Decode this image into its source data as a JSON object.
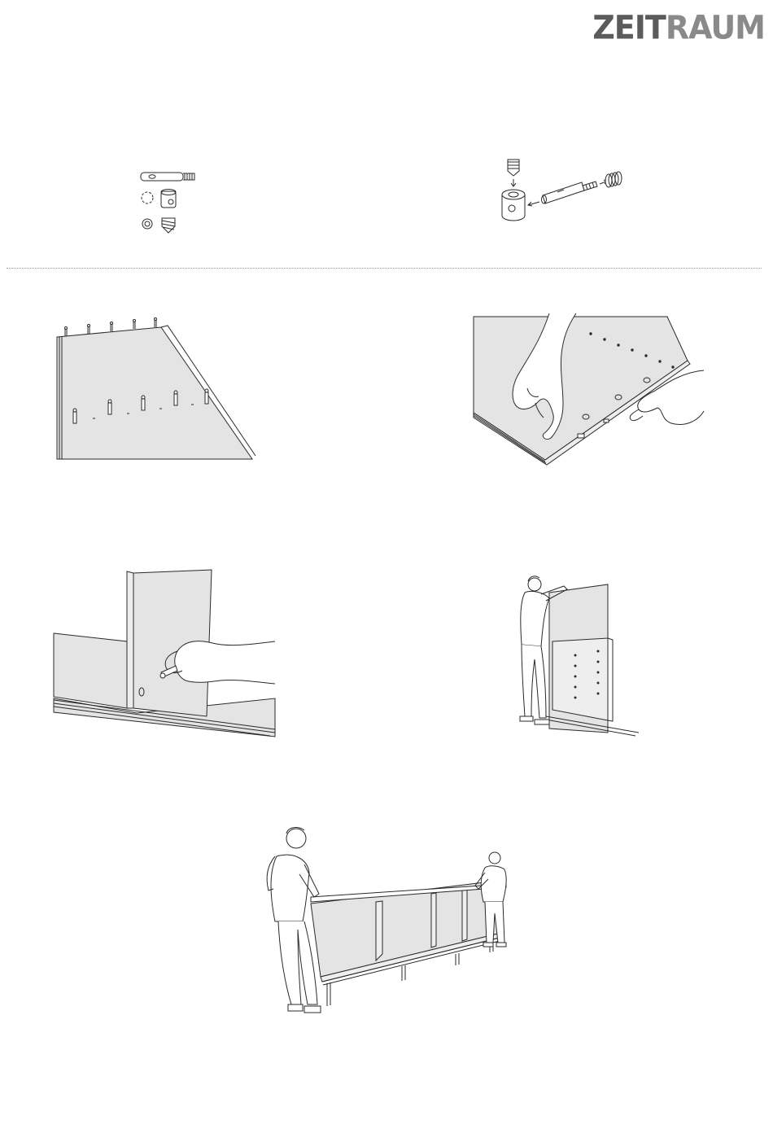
{
  "header": {
    "brand": {
      "part1": "ZEIT",
      "part2": "RAUM",
      "color_dark": "#5b5b5b",
      "color_light": "#8a8a8a"
    }
  },
  "colors": {
    "line": "#2a2a2a",
    "panel_fill": "#e4e4e4",
    "panel_light": "#eeeeee",
    "divider": "#9a9a9a"
  },
  "illustrations": [
    {
      "id": "fitting-parts",
      "icons": [
        "dowel-pin-icon",
        "cam-ring-icon",
        "barrel-nut-icon",
        "nut-icon",
        "threaded-insert-icon"
      ]
    },
    {
      "id": "fitting-exploded",
      "icons": [
        "threaded-insert-icon",
        "barrel-nut-icon",
        "connector-bolt-icon",
        "spring-insert-icon"
      ]
    },
    {
      "id": "step-insert-bolts"
    },
    {
      "id": "step-hand-insert"
    },
    {
      "id": "step-hand-tighten"
    },
    {
      "id": "step-person-panel"
    },
    {
      "id": "step-two-people-top"
    }
  ]
}
